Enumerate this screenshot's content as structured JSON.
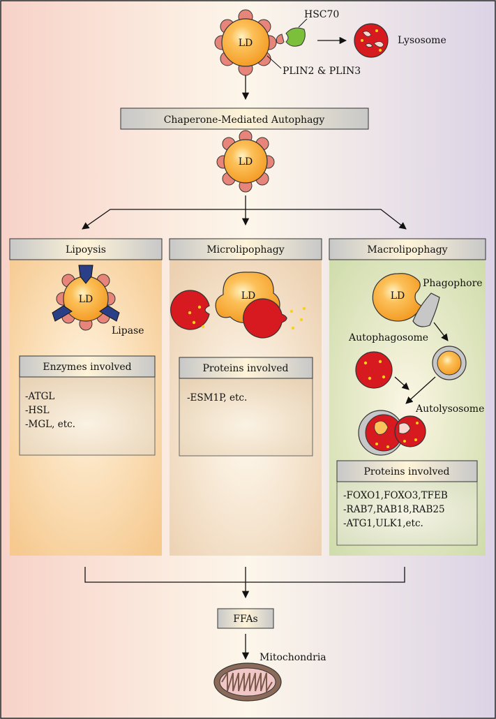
{
  "top": {
    "ld_label": "LD",
    "hsc70_label": "HSC70",
    "lysosome_label": "Lysosome",
    "plin_label": "PLIN2 & PLIN3"
  },
  "cma": {
    "title": "Chaperone-Mediated Autophagy",
    "ld_label": "LD"
  },
  "branches": {
    "lipolysis": {
      "title": "Lipoysis",
      "ld_label": "LD",
      "lipase_label": "Lipase",
      "box_title": "Enzymes involved",
      "items": [
        "-ATGL",
        "-HSL",
        "-MGL, etc."
      ]
    },
    "microlipophagy": {
      "title": "Microlipophagy",
      "ld_label": "LD",
      "box_title": "Proteins involved",
      "items": [
        "-ESM1P, etc."
      ]
    },
    "macrolipophagy": {
      "title": "Macrolipophagy",
      "ld_label": "LD",
      "phagophore_label": "Phagophore",
      "autophagosome_label": "Autophagosome",
      "autolysosome_label": "Autolysosome",
      "box_title": "Proteins involved",
      "items": [
        "-FOXO1,FOXO3,TFEB",
        "-RAB7,RAB18,RAB25",
        "-ATG1,ULK1,etc."
      ]
    }
  },
  "bottom": {
    "ffas_label": "FFAs",
    "mitochondria_label": "Mitochondria"
  },
  "colors": {
    "ld_orange": "#f7a431",
    "perilipin_pink": "#e8857a",
    "lysosome_red": "#d71920",
    "hsc70_green": "#7cbf3a",
    "lipase_navy": "#2b3f86",
    "lipolysis_panel": "#f6cf9e",
    "micro_panel": "#f0d8bc",
    "macro_panel": "#d6e0b8"
  }
}
